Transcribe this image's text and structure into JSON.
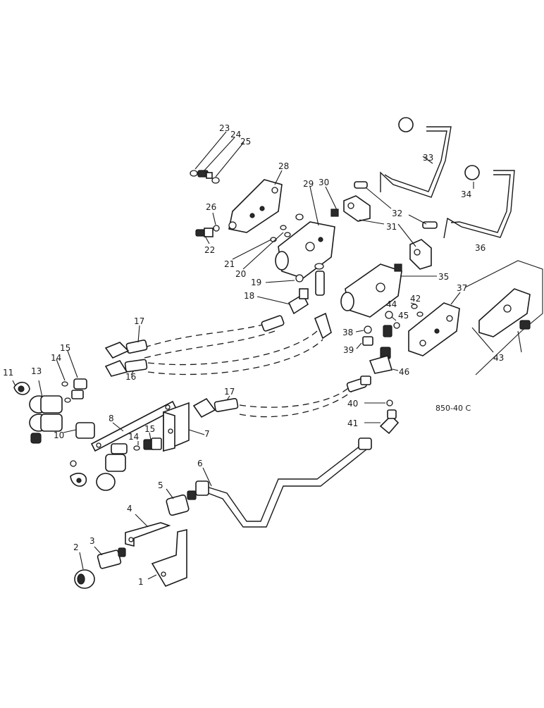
{
  "diagram": {
    "figure_code": "850-40 C",
    "callouts": [
      {
        "id": "c1",
        "text": "1"
      },
      {
        "id": "c2",
        "text": "2"
      },
      {
        "id": "c3",
        "text": "3"
      },
      {
        "id": "c4",
        "text": "4"
      },
      {
        "id": "c5",
        "text": "5"
      },
      {
        "id": "c6",
        "text": "6"
      },
      {
        "id": "c7",
        "text": "7"
      },
      {
        "id": "c8",
        "text": "8"
      },
      {
        "id": "c10",
        "text": "10"
      },
      {
        "id": "c11",
        "text": "11"
      },
      {
        "id": "c13",
        "text": "13"
      },
      {
        "id": "c14a",
        "text": "14"
      },
      {
        "id": "c14b",
        "text": "14"
      },
      {
        "id": "c15a",
        "text": "15"
      },
      {
        "id": "c15b",
        "text": "15"
      },
      {
        "id": "c16",
        "text": "16"
      },
      {
        "id": "c17a",
        "text": "17"
      },
      {
        "id": "c17b",
        "text": "17"
      },
      {
        "id": "c18",
        "text": "18"
      },
      {
        "id": "c19",
        "text": "19"
      },
      {
        "id": "c20",
        "text": "20"
      },
      {
        "id": "c21",
        "text": "21"
      },
      {
        "id": "c22",
        "text": "22"
      },
      {
        "id": "c23",
        "text": "23"
      },
      {
        "id": "c24",
        "text": "24"
      },
      {
        "id": "c25",
        "text": "25"
      },
      {
        "id": "c26",
        "text": "26"
      },
      {
        "id": "c28",
        "text": "28"
      },
      {
        "id": "c29",
        "text": "29"
      },
      {
        "id": "c30",
        "text": "30"
      },
      {
        "id": "c31",
        "text": "31"
      },
      {
        "id": "c32",
        "text": "32"
      },
      {
        "id": "c33",
        "text": "33"
      },
      {
        "id": "c34",
        "text": "34"
      },
      {
        "id": "c35",
        "text": "35"
      },
      {
        "id": "c36",
        "text": "36"
      },
      {
        "id": "c37",
        "text": "37"
      },
      {
        "id": "c38",
        "text": "38"
      },
      {
        "id": "c39",
        "text": "39"
      },
      {
        "id": "c40",
        "text": "40"
      },
      {
        "id": "c41",
        "text": "41"
      },
      {
        "id": "c42",
        "text": "42"
      },
      {
        "id": "c43",
        "text": "43"
      },
      {
        "id": "c44",
        "text": "44"
      },
      {
        "id": "c45",
        "text": "45"
      },
      {
        "id": "c46",
        "text": "46"
      }
    ]
  }
}
